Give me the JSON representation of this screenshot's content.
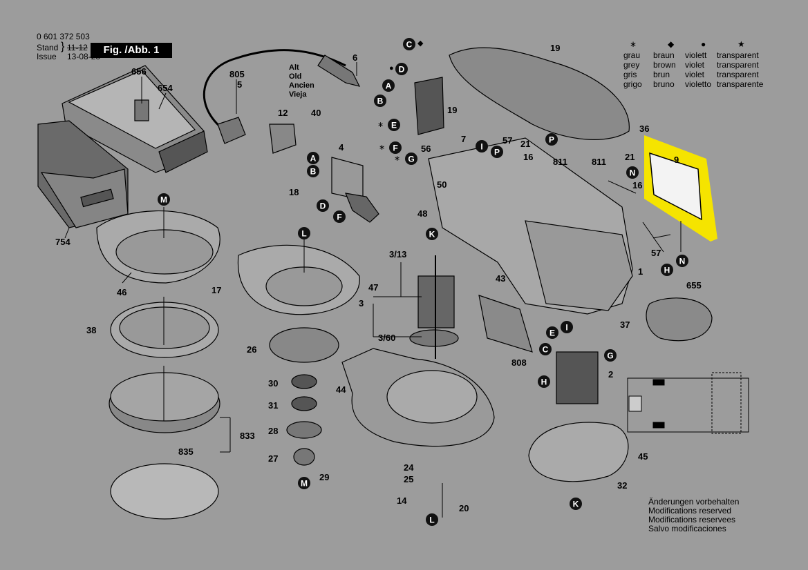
{
  "header": {
    "part_number": "0 601 372 503",
    "stand_label": "Stand",
    "issue_label": "Issue",
    "old_date": "11-12",
    "date": "13-08-28",
    "figure_label": "Fig. /Abb. 1"
  },
  "old_labels": [
    "Alt",
    "Old",
    "Ancien",
    "Vieja"
  ],
  "color_legend": {
    "columns": [
      {
        "symbol": "∗",
        "words": [
          "grau",
          "grey",
          "gris",
          "grigo"
        ]
      },
      {
        "symbol": "◆",
        "words": [
          "braun",
          "brown",
          "brun",
          "bruno"
        ]
      },
      {
        "symbol": "●",
        "words": [
          "violett",
          "violet",
          "violet",
          "violetto"
        ]
      },
      {
        "symbol": "★",
        "words": [
          "transparent",
          "transparent",
          "transparent",
          "transparente"
        ]
      }
    ]
  },
  "notice": [
    "Änderungen vorbehalten",
    "Modifications reserved",
    "Modifications reservees",
    "Salvo modificaciones"
  ],
  "highlight_color": "#f5e400",
  "part_numbers": [
    "656",
    "654",
    "754",
    "805",
    "5",
    "6",
    "12",
    "40",
    "4",
    "18",
    "19",
    "7",
    "56",
    "57",
    "21",
    "16",
    "811",
    "36",
    "9",
    "50",
    "48",
    "43",
    "1",
    "655",
    "37",
    "808",
    "2",
    "45",
    "32",
    "47",
    "3/13",
    "3",
    "3/60",
    "46",
    "17",
    "38",
    "26",
    "30",
    "31",
    "28",
    "27",
    "29",
    "833",
    "835",
    "44",
    "24",
    "25",
    "14",
    "20"
  ],
  "marker_letters": [
    "C",
    "D",
    "A",
    "B",
    "E",
    "F",
    "G",
    "H",
    "I",
    "K",
    "L",
    "M",
    "N",
    "P"
  ],
  "marker_prefixes": [
    "◆",
    "●",
    "∗",
    "★"
  ]
}
